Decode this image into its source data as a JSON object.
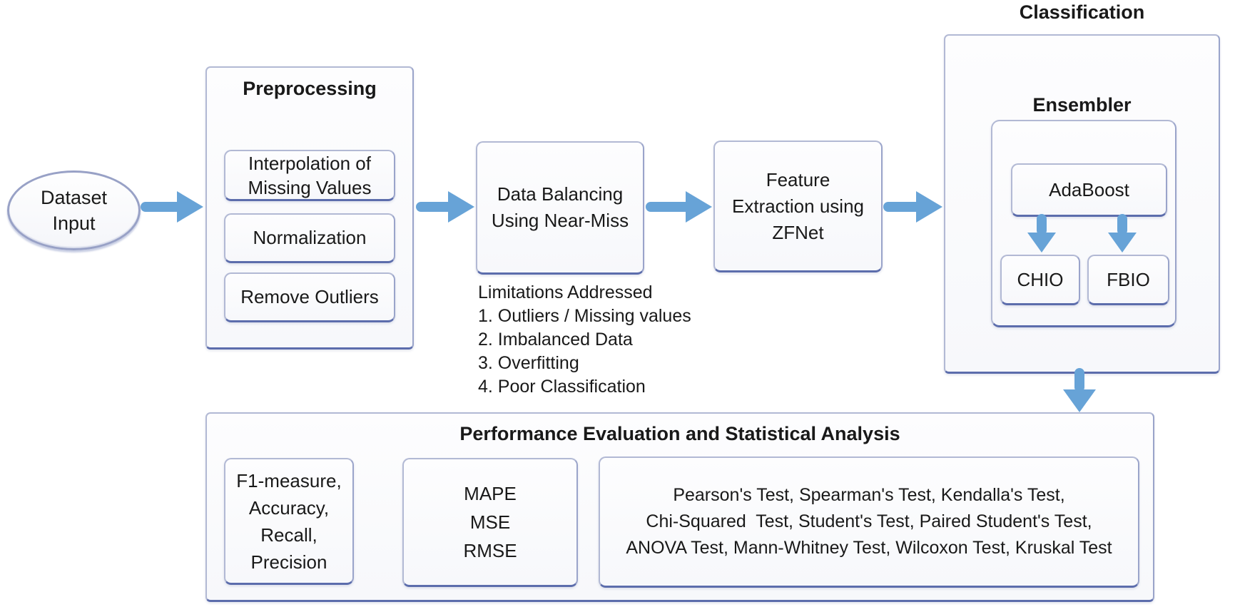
{
  "colors": {
    "arrow": "#67A3D7",
    "box_border": "#9AA4CA",
    "box_border_bottom": "#5C6DAC"
  },
  "dataset_input": {
    "lines": [
      "Dataset",
      "Input"
    ]
  },
  "preprocessing": {
    "title": "Preprocessing",
    "steps": [
      {
        "lines": [
          "Interpolation of",
          "Missing Values"
        ]
      },
      {
        "lines": [
          "Normalization"
        ]
      },
      {
        "lines": [
          "Remove Outliers"
        ]
      }
    ]
  },
  "data_balancing": {
    "lines": [
      "Data Balancing",
      "Using Near-Miss"
    ]
  },
  "limitations": {
    "title": "Limitations Addressed",
    "items": [
      "1. Outliers / Missing values",
      "2. Imbalanced Data",
      "3. Overfitting",
      "4. Poor Classification"
    ]
  },
  "feature_extraction": {
    "lines": [
      "Feature",
      "Extraction using",
      "ZFNet"
    ]
  },
  "classification": {
    "title": "Classification",
    "ensembler": {
      "title": "Ensembler",
      "base_learner": "AdaBoost",
      "optimizers": [
        "CHIO",
        "FBIO"
      ]
    }
  },
  "performance": {
    "title": "Performance Evaluation and Statistical Analysis",
    "metrics": {
      "lines": [
        "F1-measure,",
        "Accuracy,",
        "Recall,",
        "Precision"
      ]
    },
    "error_metrics": {
      "lines": [
        "MAPE",
        "MSE",
        "RMSE"
      ]
    },
    "statistical_tests": {
      "lines": [
        "Pearson's Test, Spearman's Test, Kendalla's Test,",
        "Chi-Squared  Test, Student's Test, Paired Student's Test,",
        "ANOVA Test, Mann-Whitney Test, Wilcoxon Test, Kruskal Test"
      ]
    }
  }
}
